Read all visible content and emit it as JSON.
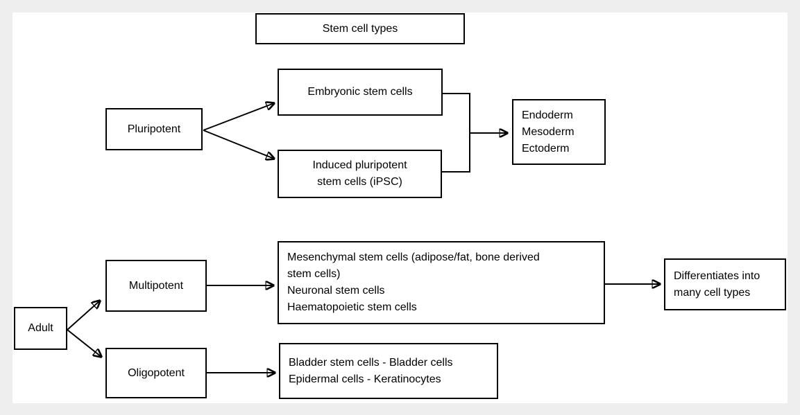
{
  "page": {
    "background_color": "#eeeeee",
    "canvas_color": "#ffffff",
    "line_color": "#000000",
    "text_color": "#000000"
  },
  "title_box": {
    "label": "Stem cell types"
  },
  "nodes": {
    "pluripotent": {
      "label": "Pluripotent"
    },
    "embryonic": {
      "label": "Embryonic stem cells"
    },
    "ipsc": {
      "lines": [
        "Induced pluripotent",
        "stem cells (iPSC)"
      ]
    },
    "germ_layers": {
      "lines": [
        "Endoderm",
        "Mesoderm",
        "Ectoderm"
      ]
    },
    "adult": {
      "label": "Adult"
    },
    "multipotent": {
      "label": "Multipotent"
    },
    "oligopotent": {
      "label": "Oligopotent"
    },
    "multipotent_examples": {
      "lines": [
        "Mesenchymal stem cells (adipose/fat, bone derived",
        "stem cells)",
        "Neuronal stem cells",
        "Haematopoietic stem cells"
      ]
    },
    "oligopotent_examples": {
      "lines": [
        "Bladder stem cells - Bladder cells",
        "Epidermal cells - Keratinocytes"
      ]
    },
    "differentiates": {
      "lines": [
        "Differentiates into",
        "many cell types"
      ]
    }
  }
}
